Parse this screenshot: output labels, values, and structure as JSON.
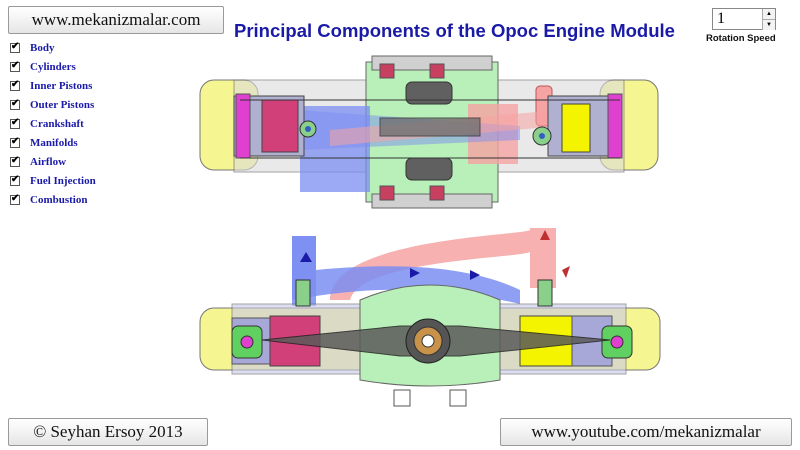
{
  "links": {
    "top": "www.mekanizmalar.com",
    "bottom_left": "© Seyhan Ersoy 2013",
    "bottom_right": "www.youtube.com/mekanizmalar"
  },
  "title": "Principal Components of the Opoc Engine Module",
  "layers": [
    {
      "label": "Body",
      "checked": true
    },
    {
      "label": "Cylinders",
      "checked": true
    },
    {
      "label": "Inner Pistons",
      "checked": true
    },
    {
      "label": "Outer Pistons",
      "checked": true
    },
    {
      "label": "Crankshaft",
      "checked": true
    },
    {
      "label": "Manifolds",
      "checked": true
    },
    {
      "label": "Airflow",
      "checked": true
    },
    {
      "label": "Fuel Injection",
      "checked": true
    },
    {
      "label": "Combustion",
      "checked": true
    }
  ],
  "rotation": {
    "value": "1",
    "label": "Rotation Speed"
  },
  "colors": {
    "title": "#1a1aa8",
    "housing": "#f5f591",
    "crankcase": "#b9f0b9",
    "intake_flow": "#7b8ef2",
    "exhaust_flow": "#f6a3a3",
    "combustion": "#f4f400",
    "piston": "#d2407a",
    "cap": "#e040d0"
  }
}
